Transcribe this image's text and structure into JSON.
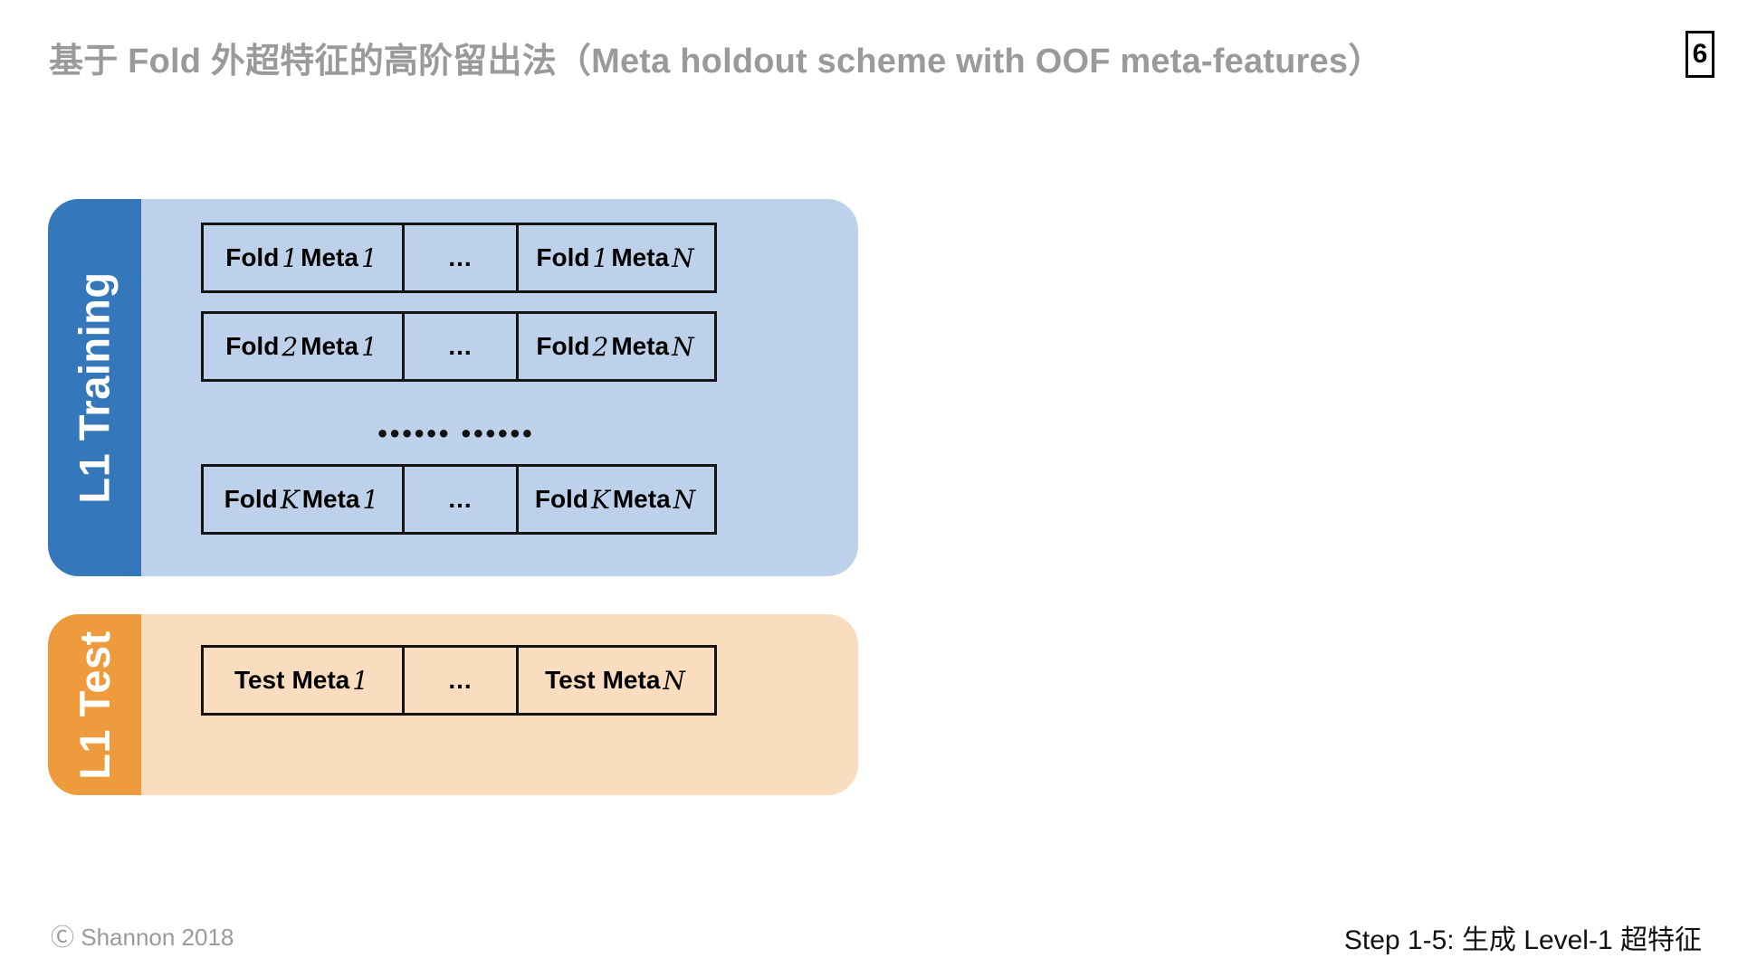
{
  "slide": {
    "title": "基于 Fold 外超特征的高阶留出法（Meta holdout scheme with OOF meta-features）",
    "page_number": "6"
  },
  "colors": {
    "training_bar": "#3577bb",
    "training_panel": "#bdd2ea",
    "test_bar": "#ed9b3c",
    "test_panel": "#f9ddbe",
    "title_gray": "#9a9a9a",
    "box_border": "#141414",
    "page_background": "#ffffff"
  },
  "panels": [
    {
      "id": "training",
      "label": "L1 Training",
      "rows": [
        {
          "id": "fold-1",
          "cells": [
            {
              "prefix": "Fold",
              "index": "1",
              "middle": "Meta",
              "suffix": "1"
            },
            {
              "dots": "..."
            },
            {
              "prefix": "Fold",
              "index": "1",
              "middle": "Meta",
              "suffix": "N"
            }
          ]
        },
        {
          "id": "fold-2",
          "cells": [
            {
              "prefix": "Fold",
              "index": "2",
              "middle": "Meta",
              "suffix": "1"
            },
            {
              "dots": "..."
            },
            {
              "prefix": "Fold",
              "index": "2",
              "middle": "Meta",
              "suffix": "N"
            }
          ]
        },
        {
          "id": "fold-k",
          "cells": [
            {
              "prefix": "Fold",
              "index": "K",
              "middle": "Meta",
              "suffix": "1"
            },
            {
              "dots": "..."
            },
            {
              "prefix": "Fold",
              "index": "K",
              "middle": "Meta",
              "suffix": "N"
            }
          ]
        }
      ],
      "vertical_ellipsis": "•••••• ••••••"
    },
    {
      "id": "test",
      "label": "L1 Test",
      "rows": [
        {
          "id": "test-row",
          "cells": [
            {
              "prefix": "Test",
              "index": "",
              "middle": "Meta",
              "suffix": "1"
            },
            {
              "dots": "..."
            },
            {
              "prefix": "Test",
              "index": "",
              "middle": "Meta",
              "suffix": "N"
            }
          ]
        }
      ]
    }
  ],
  "footer": {
    "copyright": "Ⓒ Shannon 2018",
    "step": "Step 1-5: 生成 Level-1 超特征"
  }
}
